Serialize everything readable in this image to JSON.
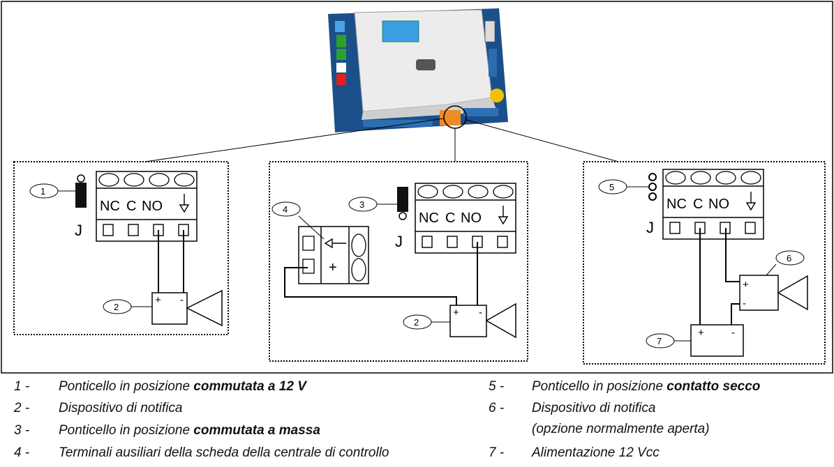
{
  "terminal_labels": {
    "nc": "NC",
    "c": "C",
    "no": "NO",
    "ground": "⏚"
  },
  "jumper_label": "J",
  "callouts": [
    "1",
    "2",
    "3",
    "4",
    "5",
    "6",
    "7",
    "2"
  ],
  "polarity": {
    "plus": "+",
    "minus": "-"
  },
  "legend": {
    "left": [
      {
        "num": "1 -",
        "text": "Ponticello in posizione ",
        "bold": "commutata a 12 V"
      },
      {
        "num": "2 -",
        "text": "Dispositivo di notifica",
        "bold": ""
      },
      {
        "num": "3 -",
        "text": "Ponticello in posizione ",
        "bold": "commutata a massa"
      },
      {
        "num": "4 -",
        "text": "Terminali ausiliari della scheda della centrale di controllo",
        "bold": ""
      }
    ],
    "right": [
      {
        "num": "5 -",
        "text": "Ponticello in posizione ",
        "bold": "contatto secco"
      },
      {
        "num": "6 -",
        "text": "Dispositivo di notifica",
        "bold": "",
        "sub": "(opzione normalmente aperta)"
      },
      {
        "num": "7 -",
        "text": "Alimentazione 12 Vcc",
        "bold": ""
      }
    ]
  },
  "colors": {
    "board": "#1b4f8a",
    "cover": "#e8e8e8",
    "orange": "#f08a24",
    "yellow": "#f2c200",
    "line": "#000000"
  }
}
